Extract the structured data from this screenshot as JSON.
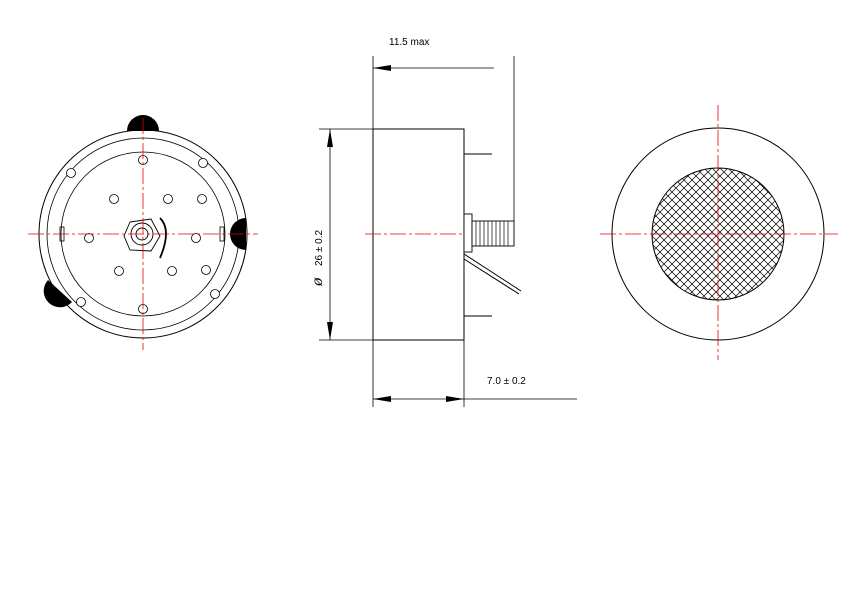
{
  "drawing": {
    "dimensions": {
      "max_length": "11.5  max",
      "diameter_symbol": "ø",
      "diameter_value": "26 ± 0.2",
      "body_length": "7.0 ± 0.2"
    },
    "colors": {
      "outline": "#000000",
      "centerline": "#e8000b",
      "background": "#ffffff"
    }
  }
}
